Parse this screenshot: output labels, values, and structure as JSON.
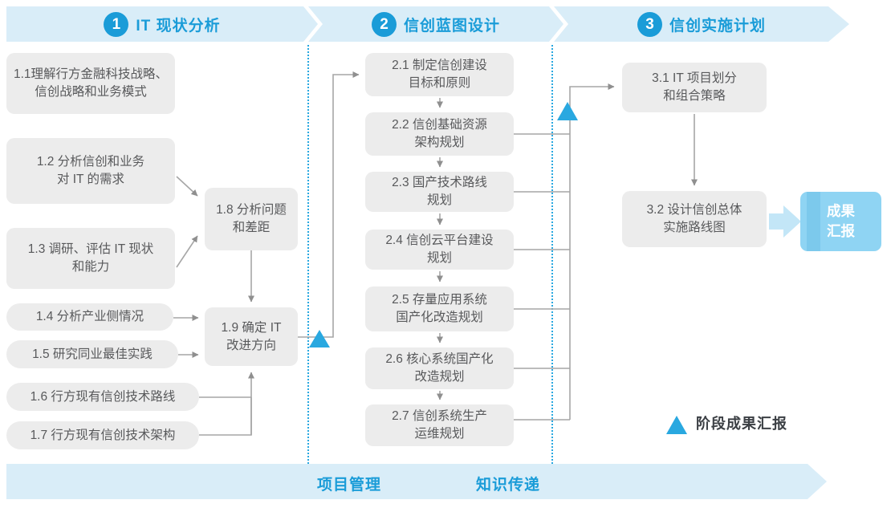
{
  "phases": [
    {
      "number": "1",
      "title": "IT 现状分析"
    },
    {
      "number": "2",
      "title": "信创蓝图设计"
    },
    {
      "number": "3",
      "title": "信创实施计划"
    }
  ],
  "phase1_boxes": {
    "b11": "1.1理解行方金融科技战略、\n信创战略和业务模式",
    "b12": "1.2 分析信创和业务\n对 IT 的需求",
    "b13": "1.3 调研、评估 IT 现状\n和能力",
    "b14": "1.4 分析产业侧情况",
    "b15": "1.5 研究同业最佳实践",
    "b16": "1.6 行方现有信创技术路线",
    "b17": "1.7 行方现有信创技术架构",
    "b18": "1.8 分析问题\n和差距",
    "b19": "1.9 确定 IT\n改进方向"
  },
  "phase2_boxes": {
    "b21": "2.1 制定信创建设\n目标和原则",
    "b22": "2.2 信创基础资源\n架构规划",
    "b23": "2.3 国产技术路线\n规划",
    "b24": "2.4 信创云平台建设\n规划",
    "b25": "2.5 存量应用系统\n国产化改造规划",
    "b26": "2.6 核心系统国产化\n改造规划",
    "b27": "2.7 信创系统生产\n运维规划"
  },
  "phase3_boxes": {
    "b31": "3.1 IT 项目划分\n和组合策略",
    "b32": "3.2 设计信创总体\n实施路线图"
  },
  "result_box": "成果\n汇报",
  "legend": {
    "label": "阶段成果汇报",
    "marker": "milestone-triangle"
  },
  "bottom_band": {
    "left": "项目管理",
    "right": "知识传递"
  },
  "colors": {
    "accent": "#1a9cd8",
    "band": "#d9edf8",
    "triangle": "#29a8e0",
    "box_bg": "#ececec",
    "box_text": "#58595b",
    "line": "#a6a6a6",
    "arrowhead": "#8f8f8f",
    "result_bg": "#8fd4f3",
    "result_stripe": "#7cc9ec",
    "fat_arrow": "#c3e6f7",
    "legend_text": "#3c4045"
  }
}
